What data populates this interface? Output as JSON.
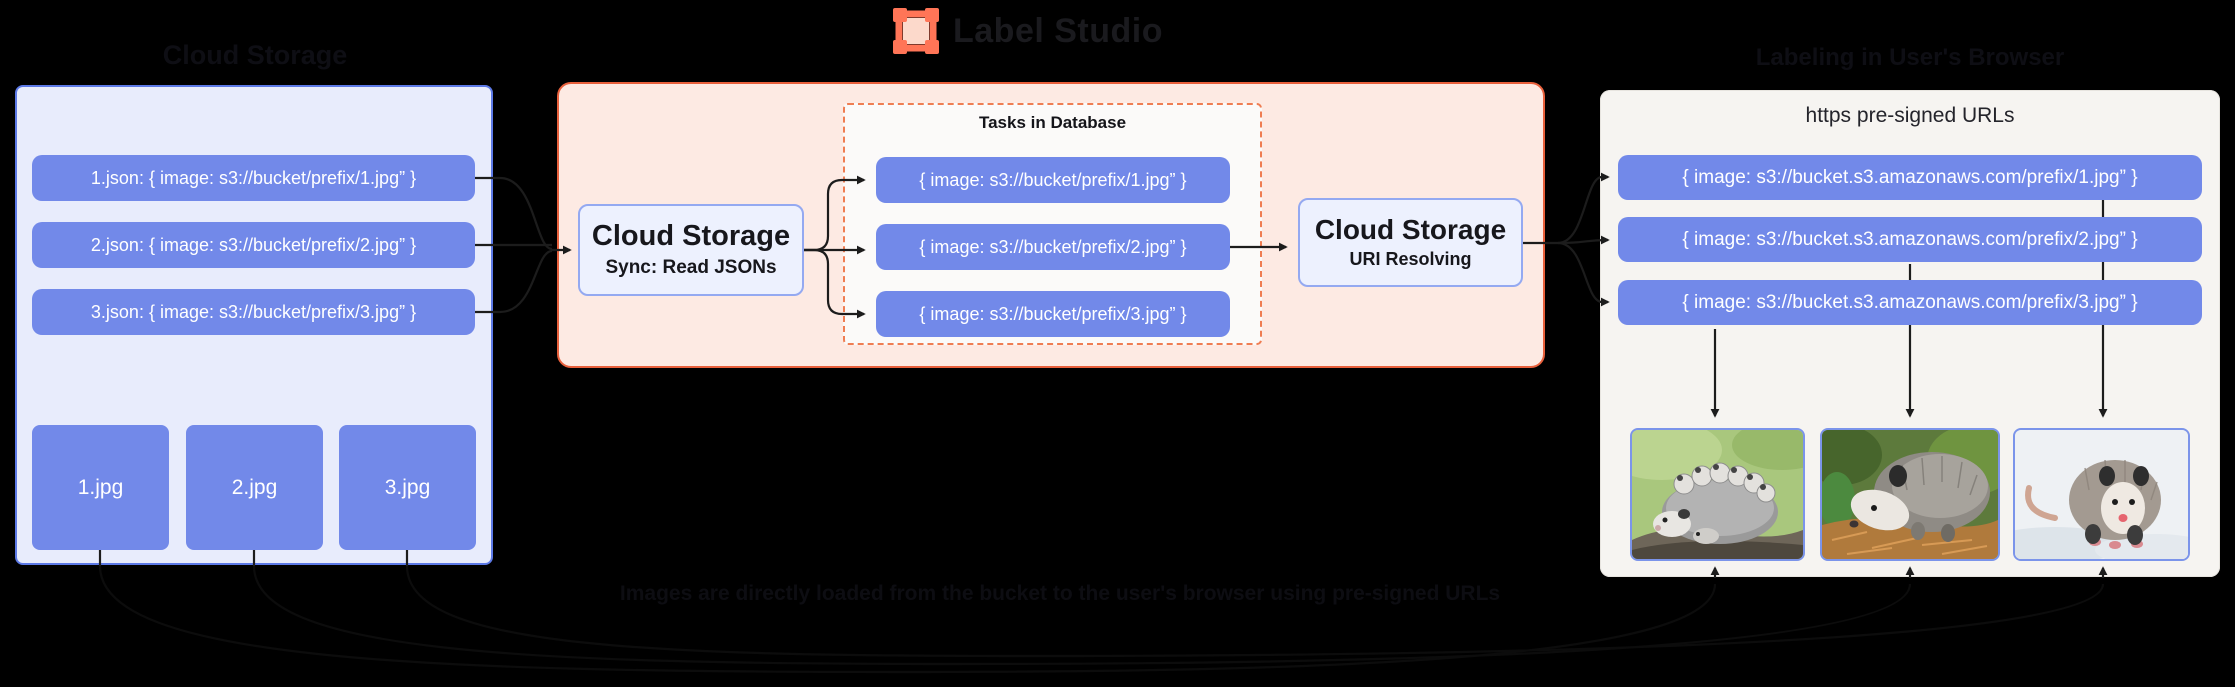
{
  "header": {
    "left_title": "Cloud Storage",
    "logo_text": "Label Studio",
    "right_title": "Labeling in User's Browser"
  },
  "left_panel": {
    "json_files": [
      "1.json: { image: s3://bucket/prefix/1.jpg” }",
      "2.json: { image: s3://bucket/prefix/2.jpg” }",
      "3.json: { image: s3://bucket/prefix/3.jpg” }"
    ],
    "image_files": [
      "1.jpg",
      "2.jpg",
      "3.jpg"
    ]
  },
  "center_panel": {
    "sync_box": {
      "title": "Cloud Storage",
      "subtitle": "Sync: Read JSONs"
    },
    "tasks_box": {
      "title": "Tasks in Database",
      "tasks": [
        "{ image: s3://bucket/prefix/1.jpg” }",
        "{ image: s3://bucket/prefix/2.jpg” }",
        "{ image: s3://bucket/prefix/3.jpg” }"
      ]
    },
    "resolve_box": {
      "title": "Cloud Storage",
      "subtitle": "URI Resolving"
    }
  },
  "right_panel": {
    "title": "https pre-signed URLs",
    "urls": [
      "{ image: s3://bucket.s3.amazonaws.com/prefix/1.jpg” }",
      "{ image: s3://bucket.s3.amazonaws.com/prefix/2.jpg” }",
      "{ image: s3://bucket.s3.amazonaws.com/prefix/3.jpg” }"
    ],
    "images": [
      "opossum-family-photo",
      "opossum-in-leaves-photo",
      "opossum-in-snow-photo"
    ]
  },
  "caption": "Images are directly loaded from the bucket to the user's browser using pre-signed URLs",
  "colors": {
    "background": "#000000",
    "pill_blue": "#7289e9",
    "left_panel_bg": "#e8ecfc",
    "left_panel_border": "#5c79e6",
    "center_panel_bg": "#fdeae3",
    "center_panel_border": "#e8603c",
    "dashed_border": "#ef7d52",
    "io_box_bg": "#edf1fe",
    "io_box_border": "#94a9f1",
    "right_panel_bg": "#f6f4f1",
    "logo_salmon": "#ff7557",
    "logo_inner": "#fcd9cb",
    "arrow": "#1c1c1c"
  }
}
